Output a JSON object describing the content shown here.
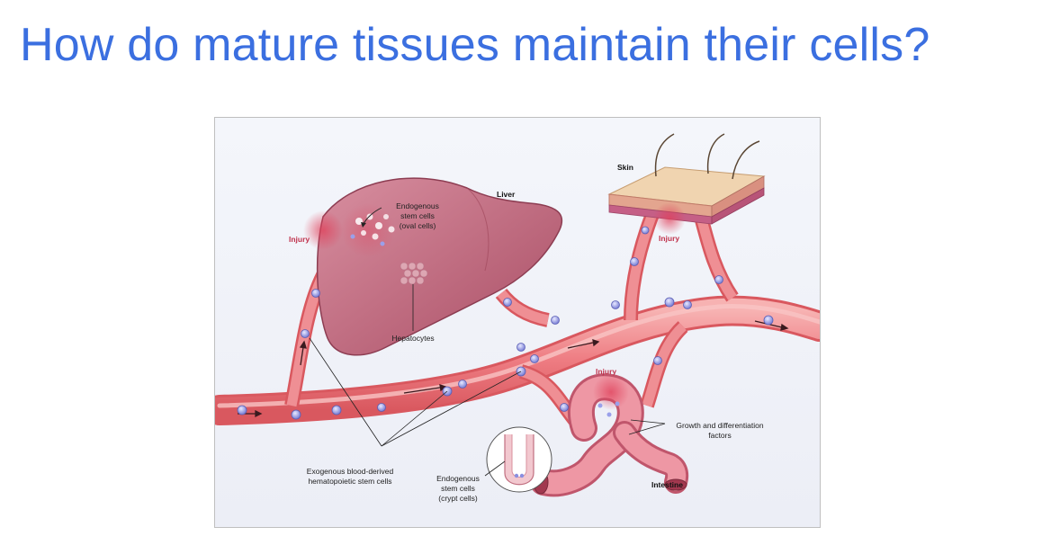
{
  "slide": {
    "title": "How do mature tissues maintain their cells?"
  },
  "diagram": {
    "labels": {
      "liver": "Liver",
      "skin": "Skin",
      "intestine": "Intestine",
      "injury_liver": "Injury",
      "injury_skin": "Injury",
      "injury_intestine": "Injury",
      "endogenous_oval_line1": "Endogenous",
      "endogenous_oval_line2": "stem cells",
      "endogenous_oval_line3": "(oval cells)",
      "hepatocytes": "Hepatocytes",
      "growth_line1": "Growth and differentiation",
      "growth_line2": "factors",
      "exogenous_line1": "Exogenous blood-derived",
      "exogenous_line2": "hematopoietic stem cells",
      "crypt_line1": "Endogenous",
      "crypt_line2": "stem cells",
      "crypt_line3": "(crypt cells)"
    },
    "colors": {
      "vessel": "#f08a8e",
      "vessel_dark": "#d9585f",
      "liver": "#c46a7e",
      "skin": "#e9c9a3",
      "stem_cell": "#8a8fe0",
      "injury": "#e0405a"
    }
  }
}
